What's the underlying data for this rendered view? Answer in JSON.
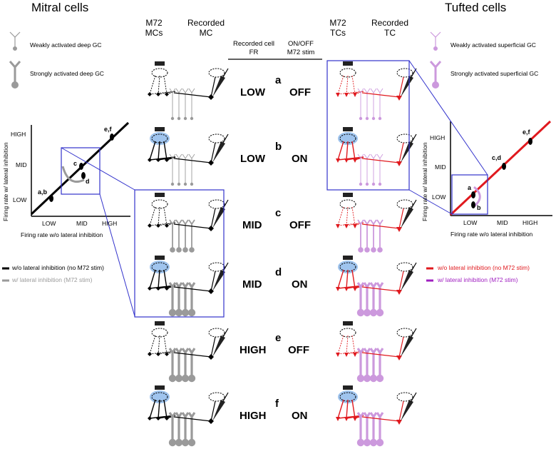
{
  "titles": {
    "mitral": "Mitral cells",
    "tufted": "Tufted cells"
  },
  "column_headers": {
    "m72_mcs": [
      "M72",
      "MCs"
    ],
    "recorded_mc": [
      "Recorded",
      "MC"
    ],
    "recorded_cell_fr": [
      "Recorded cell",
      "FR"
    ],
    "on_off": [
      "ON/OFF",
      "M72 stim"
    ],
    "m72_tcs": [
      "M72",
      "TCs"
    ],
    "recorded_tc": [
      "Recorded",
      "TC"
    ]
  },
  "gc_legend": {
    "mitral_weak": "Weakly activated deep GC",
    "mitral_strong": "Strongly activated deep GC",
    "tufted_weak": "Weakly activated superficial GC",
    "tufted_strong": "Strongly activated superficial GC"
  },
  "rows": [
    {
      "letter": "a",
      "fr": "LOW",
      "stim": "OFF"
    },
    {
      "letter": "b",
      "fr": "LOW",
      "stim": "ON"
    },
    {
      "letter": "c",
      "fr": "MID",
      "stim": "OFF"
    },
    {
      "letter": "d",
      "fr": "MID",
      "stim": "ON"
    },
    {
      "letter": "e",
      "fr": "HIGH",
      "stim": "OFF"
    },
    {
      "letter": "f",
      "fr": "HIGH",
      "stim": "ON"
    }
  ],
  "mitral_plot": {
    "ylabel": "Firing rate w/ lateral inhibition",
    "xlabel": "Firing rate w/o lateral inhibition",
    "yticks": [
      "HIGH",
      "MID",
      "LOW"
    ],
    "xticks": [
      "LOW",
      "MID",
      "HIGH"
    ],
    "point_labels": [
      "a,b",
      "c",
      "d",
      "e,f"
    ],
    "legend": [
      "w/o lateral inhibition (no M72 stim)",
      "w/ lateral inhibition (M72 stim)"
    ]
  },
  "tufted_plot": {
    "ylabel": "Firing rate w/ lateral inhibition",
    "xlabel": "Firing rate w/o lateral inhibition",
    "yticks": [
      "HIGH",
      "MID",
      "LOW"
    ],
    "xticks": [
      "LOW",
      "MID",
      "HIGH"
    ],
    "point_labels": [
      "a",
      "b",
      "c,d",
      "e,f"
    ],
    "legend": [
      "w/o lateral inhibition (no M72 stim)",
      "w/ lateral inhibition (M72 stim)"
    ]
  },
  "colors": {
    "mitral_line": "#000000",
    "mitral_li": "#9a9a9a",
    "tufted_line": "#e0191e",
    "tufted_li": "#cc99dd",
    "tufted_li_text": "#a020c0",
    "zoom_box": "#3333cc",
    "stim_glow": "#9fc4ee"
  }
}
